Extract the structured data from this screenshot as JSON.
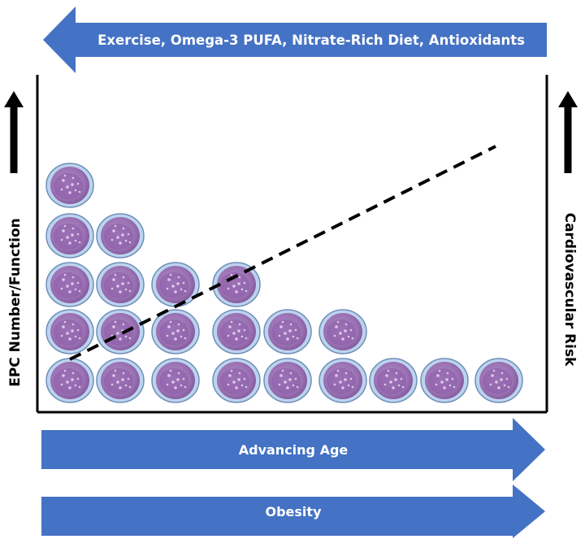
{
  "top_arrow": {
    "label": "Exercise, Omega-3 PUFA, Nitrate-Rich Diet, Antioxidants",
    "color": "#4472c4"
  },
  "bottom_arrows": [
    {
      "label": "Advancing Age",
      "color": "#4472c4"
    },
    {
      "label": "Obesity",
      "color": "#4472c4"
    }
  ],
  "y_axis_left": {
    "label": "EPC Number/Function",
    "arrow": "up"
  },
  "y_axis_right": {
    "label": "Cardiovascular Risk",
    "arrow": "up"
  },
  "cells": {
    "icon": "epc-cell-icon",
    "column_counts": [
      5,
      4,
      3,
      3,
      2,
      2,
      1,
      1,
      1
    ],
    "fill_color": "#a07bb8",
    "nucleus_color": "#8a5aa6",
    "membrane_color": "#bcd3ef"
  },
  "risk_line": {
    "style": "dashed",
    "trend": "increasing"
  }
}
